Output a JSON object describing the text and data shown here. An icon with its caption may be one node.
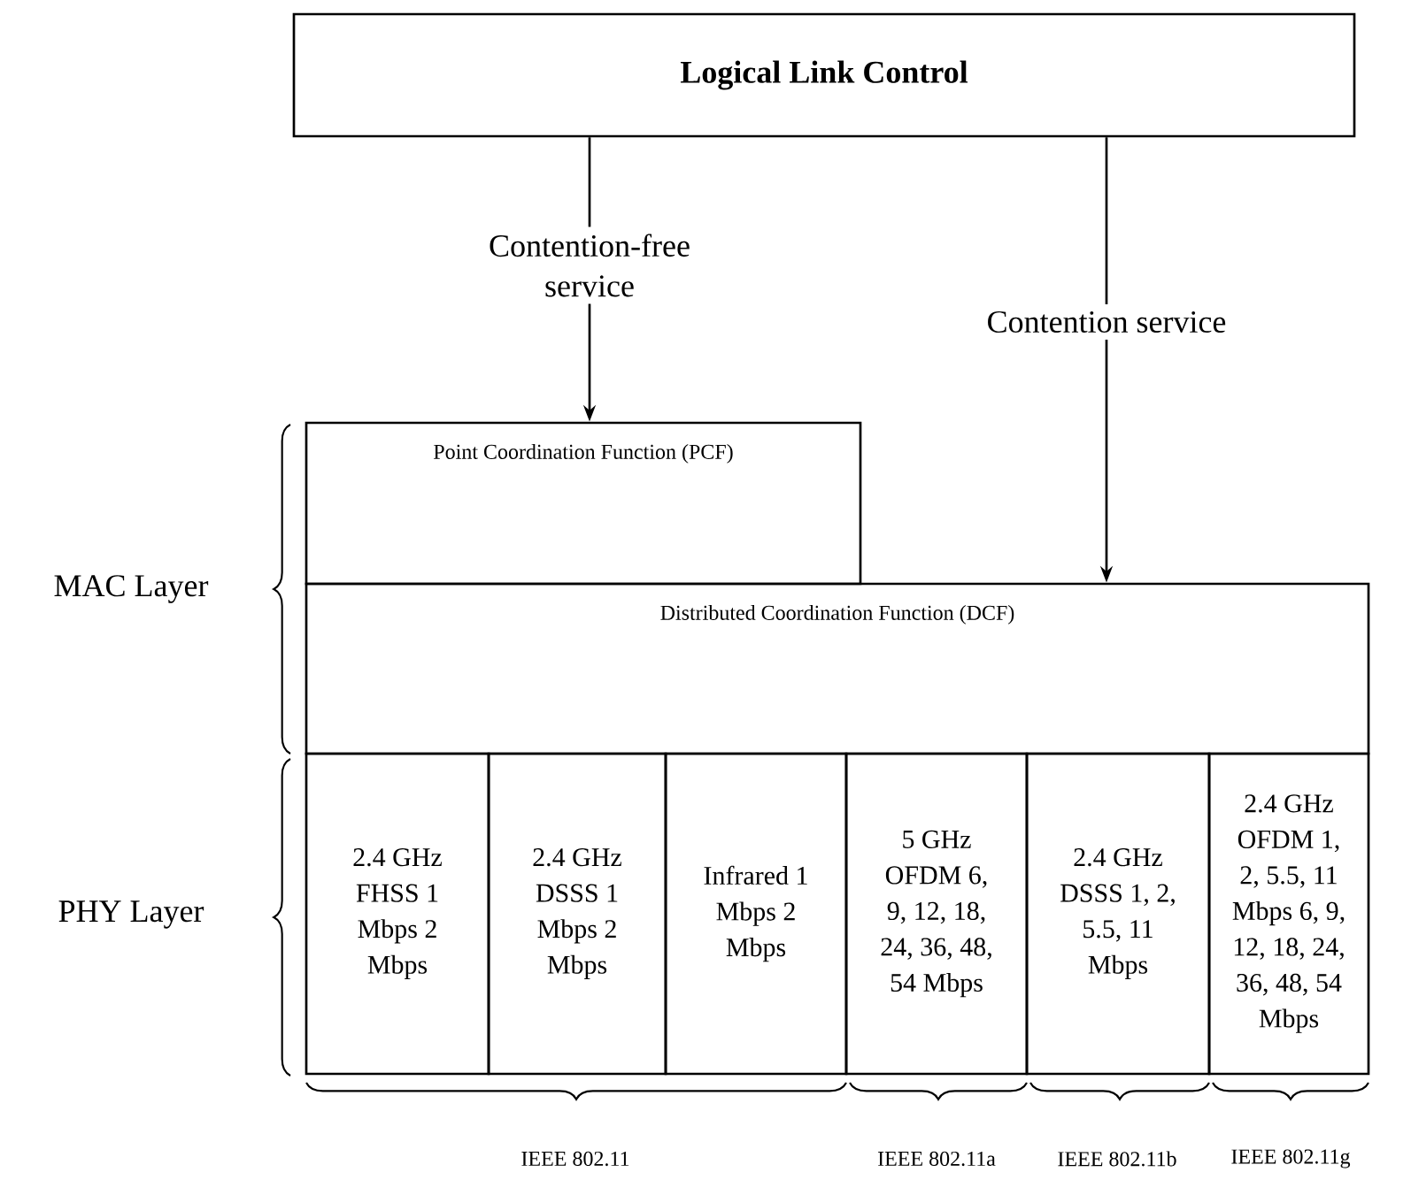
{
  "diagram": {
    "nodes": [
      {
        "text": [
          "Logical Link Control"
        ]
      },
      {
        "text": [
          "Point Coordination Function (PCF)"
        ]
      },
      {
        "text": [
          "Distributed Coordination Function (DCF)"
        ]
      },
      {
        "text": [
          "2.4 GHz FHSS 1 Mbps 2 Mbps"
        ]
      },
      {
        "text": [
          "2.4 GHz DSSS 1 Mbps 2 Mbps"
        ]
      },
      {
        "text": [
          "Infrared 1 Mbps 2 Mbps"
        ]
      },
      {
        "text": [
          "5 GHz OFDM 6, 9, 12, 18, 24, 36, 48, 54 Mbps"
        ]
      },
      {
        "text": [
          "2.4 GHz DSSS 1, 2, 5.5, 11 Mbps"
        ]
      },
      {
        "text": [
          "2.4 GHz OFDM 1, 2, 5.5, 11 Mbps 6, 9, 12, 18, 24, 36, 48, 54 Mbps"
        ]
      }
    ],
    "edges": [
      {
        "from": 0,
        "to": 1,
        "arrow": "to",
        "label": "Contention-free service"
      },
      {
        "from": 0,
        "to": 2,
        "arrow": "to",
        "label": "Contention service"
      }
    ],
    "labels": [
      "MAC Layer",
      "PHY Layer",
      "IEEE 802.11",
      "IEEE 802.11a",
      "IEEE 802.11b",
      "IEEE 802.11g"
    ]
  }
}
